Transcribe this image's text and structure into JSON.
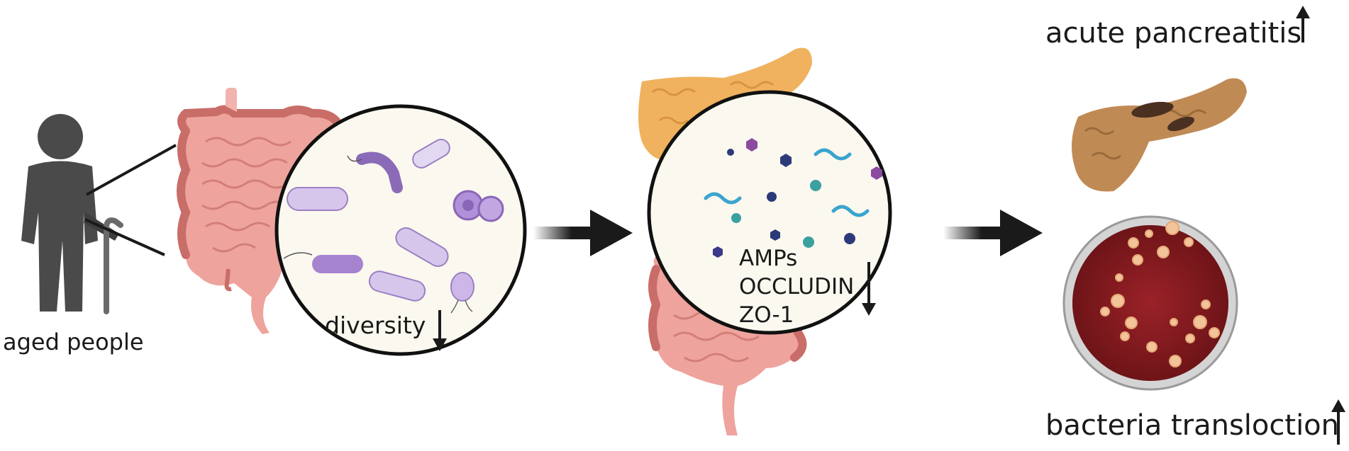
{
  "labels": {
    "aged_people": "aged people",
    "diversity": "diversity",
    "markers": [
      "AMPs",
      "OCCLUDIN",
      "ZO-1"
    ],
    "acute_pancreatitis": "acute pancreatitis",
    "bacteria_translocation": "bacteria transloction"
  },
  "colors": {
    "person": "#4a4a4a",
    "intestine": "#e8958f",
    "intestine_dark": "#c96d68",
    "pancreas": "#f0b25e",
    "pancreas_inflamed": "#b8834f",
    "bacteria": "#b59ad6",
    "petri_agar": "#8c1d22",
    "colony": "#f3c49a",
    "arrow": "#1a1a1a",
    "lens_bg": "#fbf8ef"
  }
}
